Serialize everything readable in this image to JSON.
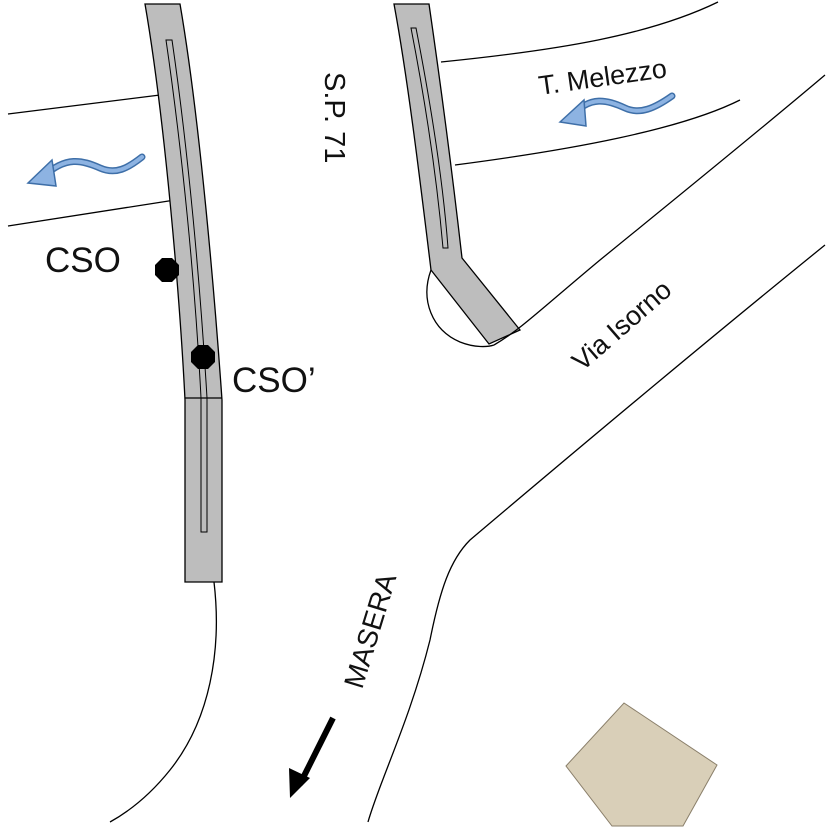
{
  "map": {
    "labels": {
      "road_sp71": "S.P. 71",
      "stream": "T. Melezzo",
      "road_via_isorno": "Via Isorno",
      "direction_masera": "MASERA",
      "cso": "CSO",
      "cso_prime": "CSO’"
    },
    "colors": {
      "railway_fill": "#bdbdbd",
      "flow_arrow": "#8db3e2",
      "flow_arrow_outline": "#3e6fa8",
      "building_fill": "#d9cfb8",
      "line": "#000000",
      "background": "#ffffff"
    }
  }
}
